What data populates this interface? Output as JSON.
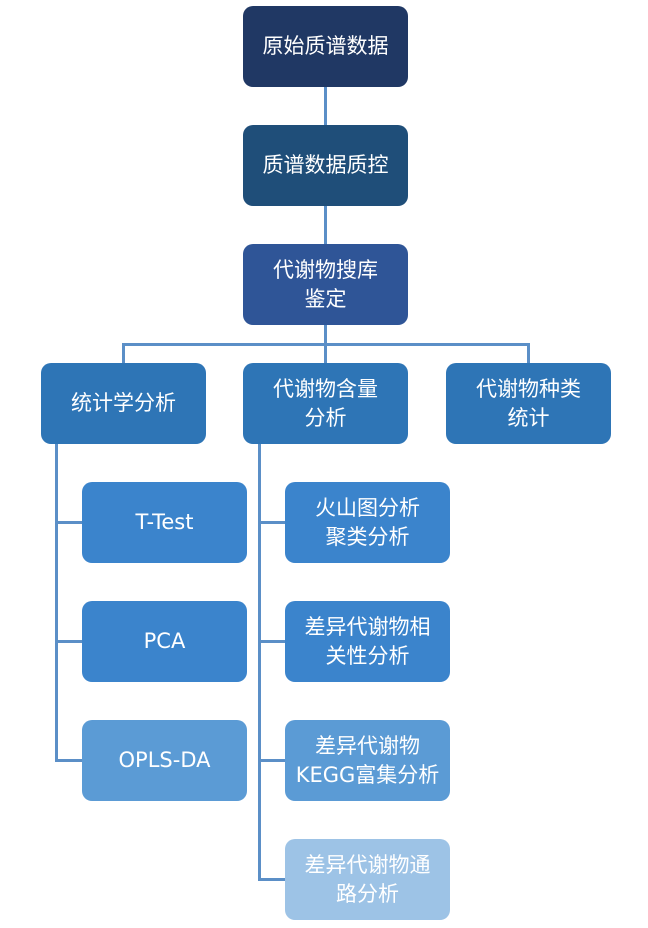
{
  "diagram": {
    "type": "flowchart-tree",
    "colors": {
      "level1": "#203864",
      "level2": "#1f4e79",
      "level3": "#2f5597",
      "level4": "#2e75b6",
      "child_dark": "#3b84cc",
      "child_mid": "#5b9bd5",
      "child_light": "#9dc3e6",
      "connector": "#5b8fc7"
    },
    "nodes": {
      "raw_data": "原始质谱数据",
      "qc": "质谱数据质控",
      "identification": "代谢物搜库\n鉴定",
      "statistics": "统计学分析",
      "content_analysis": "代谢物含量\n分析",
      "category_stats": "代谢物种类\n统计",
      "ttest": "T-Test",
      "pca": "PCA",
      "oplsda": "OPLS-DA",
      "volcano_cluster": "火山图分析\n聚类分析",
      "correlation": "差异代谢物相\n关性分析",
      "kegg": "差异代谢物\nKEGG富集分析",
      "pathway": "差异代谢物通\n路分析"
    },
    "edges": [
      [
        "raw_data",
        "qc"
      ],
      [
        "qc",
        "identification"
      ],
      [
        "identification",
        "statistics"
      ],
      [
        "identification",
        "content_analysis"
      ],
      [
        "identification",
        "category_stats"
      ],
      [
        "statistics",
        "ttest"
      ],
      [
        "statistics",
        "pca"
      ],
      [
        "statistics",
        "oplsda"
      ],
      [
        "content_analysis",
        "volcano_cluster"
      ],
      [
        "content_analysis",
        "correlation"
      ],
      [
        "content_analysis",
        "kegg"
      ],
      [
        "content_analysis",
        "pathway"
      ]
    ]
  }
}
